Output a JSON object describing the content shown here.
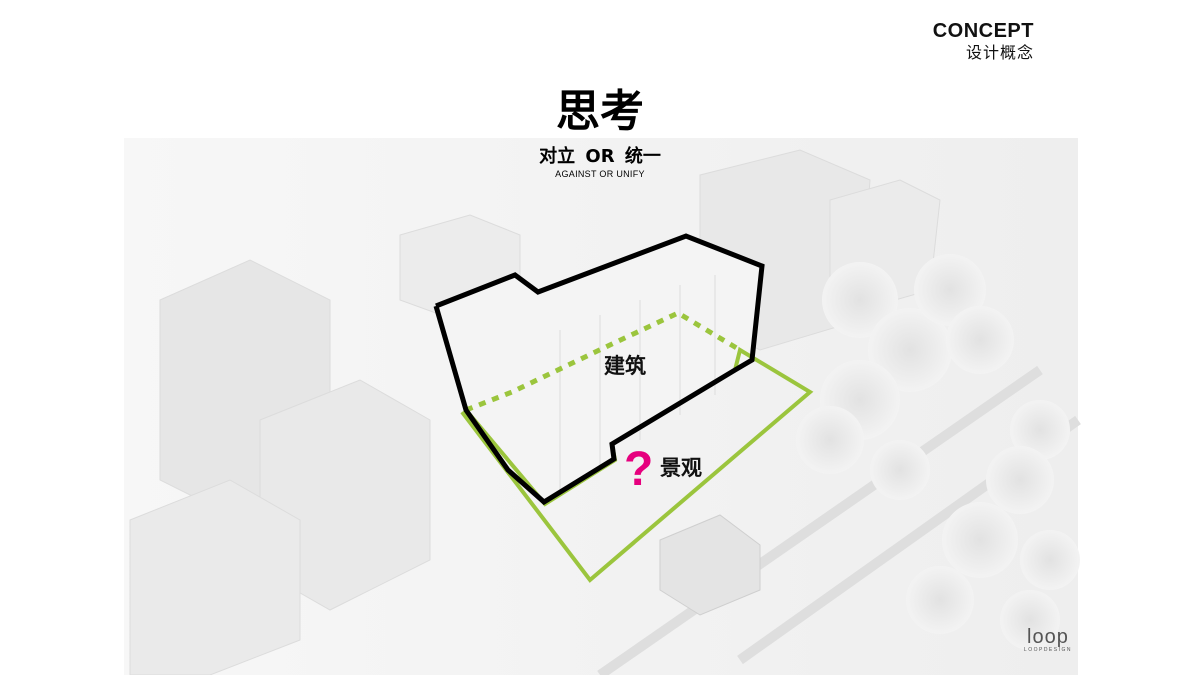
{
  "header": {
    "section_en": "CONCEPT",
    "section_cn": "设计概念"
  },
  "title": {
    "main": "思考",
    "subtitle": "对立 OR 统一",
    "subtitle_en": "AGAINST OR UNIFY"
  },
  "diagram": {
    "building_label": "建筑",
    "landscape_label": "景观",
    "question_mark": "?",
    "colors": {
      "outline": "#000000",
      "site": "#9bc53d",
      "accent": "#e6007e"
    }
  },
  "logo": {
    "word": "loop",
    "tag": "LOOPDESIGN"
  }
}
